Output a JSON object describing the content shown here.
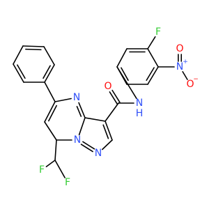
{
  "atoms": {
    "fluorine_top": {
      "symbol": "F",
      "color": "#33cc33"
    },
    "nitro_n": {
      "symbol": "N",
      "color": "#3050f8",
      "charge": "+"
    },
    "nitro_o_top": {
      "symbol": "O",
      "color": "#ff0d0d"
    },
    "nitro_o_minus": {
      "symbol": "O",
      "color": "#ff0d0d",
      "charge": "−"
    },
    "carbonyl_o": {
      "symbol": "O",
      "color": "#ff0d0d"
    },
    "amide_n": {
      "symbol": "N",
      "color": "#3050f8"
    },
    "amide_h": {
      "symbol": "H",
      "color": "#3050f8"
    },
    "ring_n_pyrimidine": {
      "symbol": "N",
      "color": "#3050f8"
    },
    "ring_n_bridge": {
      "symbol": "N",
      "color": "#3050f8"
    },
    "ring_n_pyrazole": {
      "symbol": "N",
      "color": "#3050f8"
    },
    "fluorine_left": {
      "symbol": "F",
      "color": "#33cc33"
    },
    "fluorine_bottom": {
      "symbol": "F",
      "color": "#33cc33"
    }
  }
}
